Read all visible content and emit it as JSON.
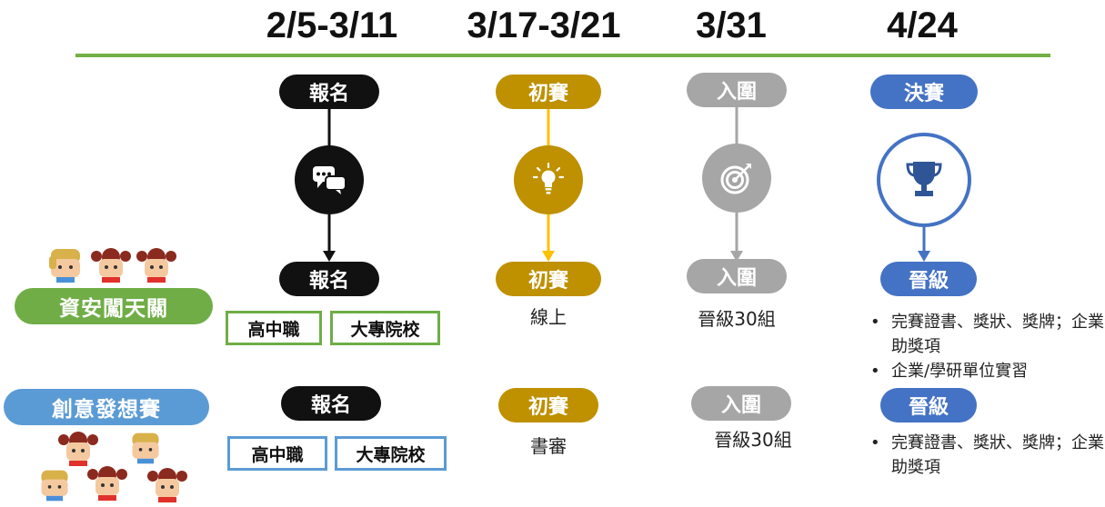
{
  "dates": [
    "2/5-3/11",
    "3/17-3/21",
    "3/31",
    "4/24"
  ],
  "stages": {
    "register": "報名",
    "prelim": "初賽",
    "shortlist": "入圍",
    "final": "決賽",
    "advance": "晉級"
  },
  "track1": {
    "name": "資安闖天關",
    "categories": [
      "高中職",
      "大專院校"
    ],
    "prelim_method": "線上",
    "shortlist_result": "晉級30組",
    "awards": [
      "完賽證書、獎狀、獎牌；企業贊助獎項",
      "企業/學研單位實習"
    ]
  },
  "track2": {
    "name": "創意發想賽",
    "categories": [
      "高中職",
      "大專院校"
    ],
    "prelim_method": "書審",
    "shortlist_result": "晉級30組",
    "awards": [
      "完賽證書、獎狀、獎牌；企業贊助獎項"
    ]
  },
  "colors": {
    "timeline": "#72b043",
    "register": "#111111",
    "prelim": "#bf9000",
    "shortlist": "#a6a6a6",
    "final": "#4472c4",
    "track1": "#70ad47",
    "track2": "#5b9bd5"
  },
  "icons": [
    "chat-icon",
    "lightbulb-icon",
    "target-icon",
    "trophy-icon"
  ]
}
